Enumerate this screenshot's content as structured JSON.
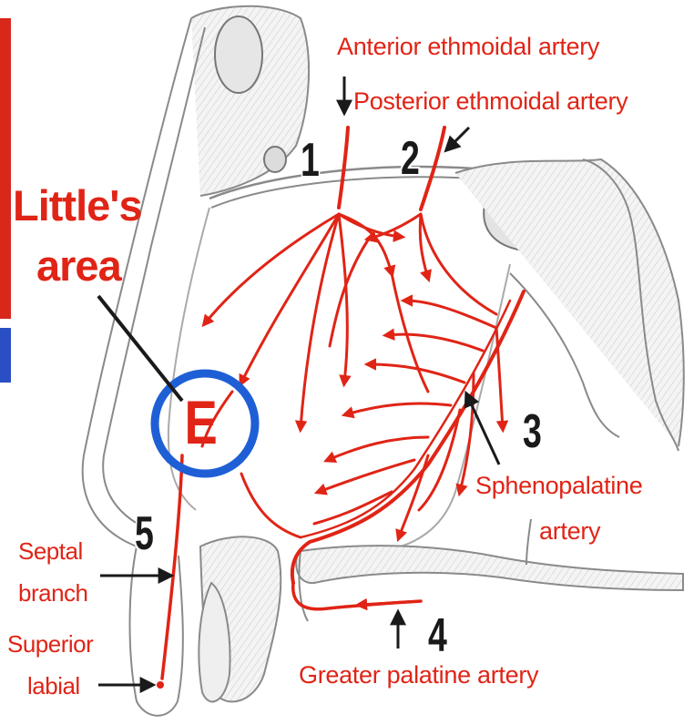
{
  "labels": {
    "anterior_ethmoidal": "Anterior ethmoidal artery",
    "posterior_ethmoidal": "Posterior ethmoidal artery",
    "littles_area_line1": "Little's",
    "littles_area_line2": "area",
    "sphenopalatine_line1": "Sphenopalatine",
    "sphenopalatine_line2": "artery",
    "greater_palatine": "Greater palatine artery",
    "septal_branch_line1": "Septal",
    "septal_branch_line2": "branch",
    "superior_labial_line1": "Superior",
    "superior_labial_line2": "labial"
  },
  "markers": {
    "n1": "1",
    "n2": "2",
    "n3": "3",
    "n4": "4",
    "n5": "5",
    "kiesselbach_letter": "E"
  },
  "colors": {
    "artery_red": "#e02416",
    "circle_blue": "#1f5fd6",
    "bone_gray": "#9a9a9a",
    "text_black": "#1a1a1a"
  }
}
